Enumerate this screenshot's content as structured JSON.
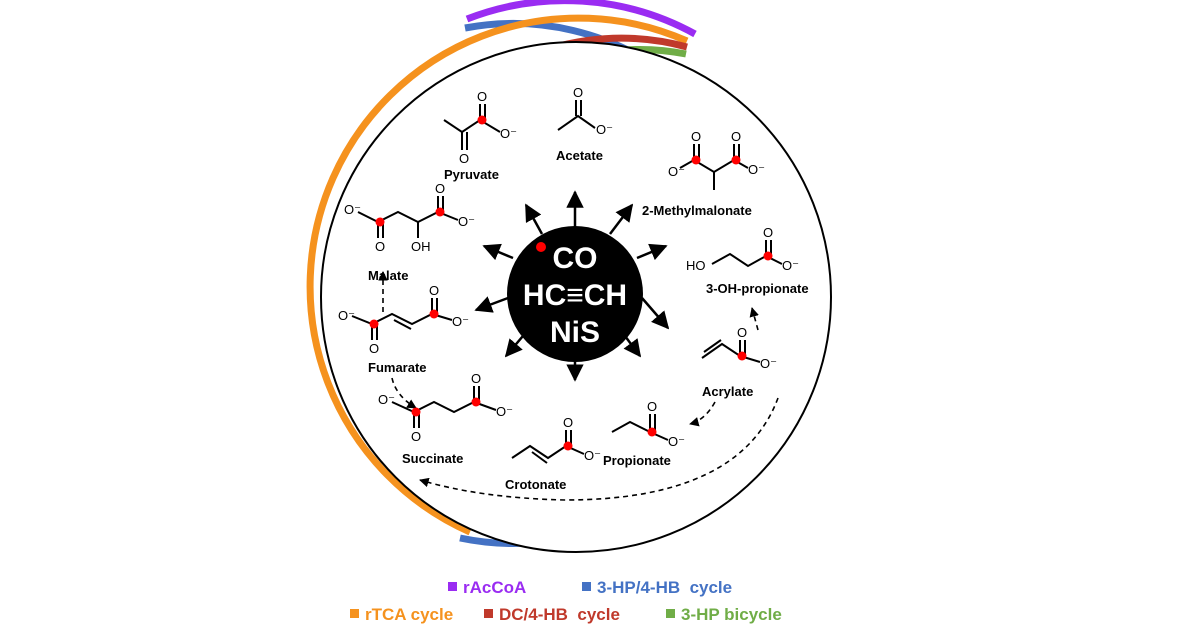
{
  "center": {
    "line1": "CO",
    "line2": "HC≡CH",
    "line3": "NiS"
  },
  "compounds": {
    "pyruvate": "Pyruvate",
    "acetate": "Acetate",
    "methylmalonate": "2-Methylmalonate",
    "hydroxypropionate": "3-OH-propionate",
    "acrylate": "Acrylate",
    "propionate": "Propionate",
    "crotonate": "Crotonate",
    "succinate": "Succinate",
    "fumarate": "Fumarate",
    "malate": "Malate"
  },
  "atoms": {
    "O": "O",
    "O_minus": "O⁻",
    "OH": "OH",
    "HO": "HO",
    "minus": "−"
  },
  "legend": [
    {
      "label": "rAcCoA",
      "color": "#9a2cf2"
    },
    {
      "label": "3-HP/4-HB  cycle",
      "color": "#4472c4"
    },
    {
      "label": "rTCA cycle",
      "color": "#f5921e"
    },
    {
      "label": "DC/4-HB  cycle",
      "color": "#c0392b"
    },
    {
      "label": "3-HP bicycle",
      "color": "#70ad47"
    }
  ],
  "colors": {
    "labeled_carbon": "#ff0000",
    "hub": "#000000"
  }
}
